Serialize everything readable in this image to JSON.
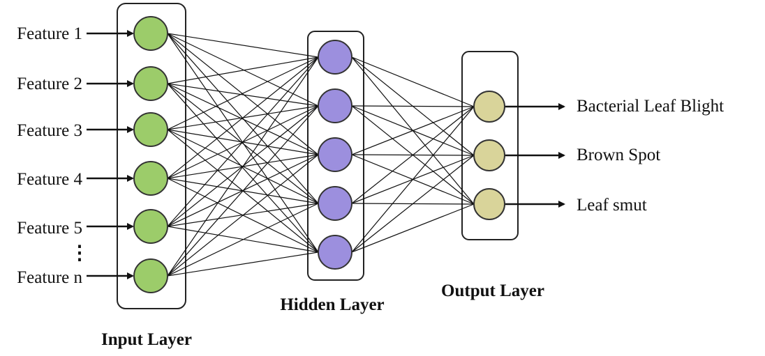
{
  "inputs": {
    "features": [
      "Feature 1",
      "Feature 2",
      "Feature 3",
      "Feature 4",
      "Feature 5",
      "Feature n"
    ],
    "ellipsis": "⋮"
  },
  "hidden": {
    "node_count": 5
  },
  "outputs": {
    "labels": [
      "Bacterial Leaf Blight",
      "Brown Spot",
      "Leaf smut"
    ]
  },
  "layers": {
    "input_title": "Input Layer",
    "hidden_title": "Hidden Layer",
    "output_title": "Output Layer"
  },
  "colors": {
    "input_node": "#9ccc6a",
    "hidden_node": "#9c8fde",
    "output_node": "#d9d49a"
  }
}
